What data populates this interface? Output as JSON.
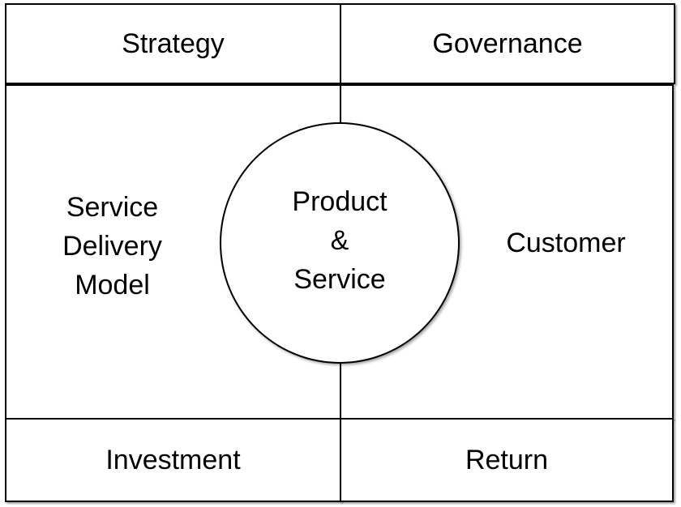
{
  "diagram": {
    "top_left": "Strategy",
    "top_right": "Governance",
    "middle_left": "Service\nDelivery\nModel",
    "middle_right": "Customer",
    "center": "Product\n&\nService",
    "bottom_left": "Investment",
    "bottom_right": "Return"
  }
}
